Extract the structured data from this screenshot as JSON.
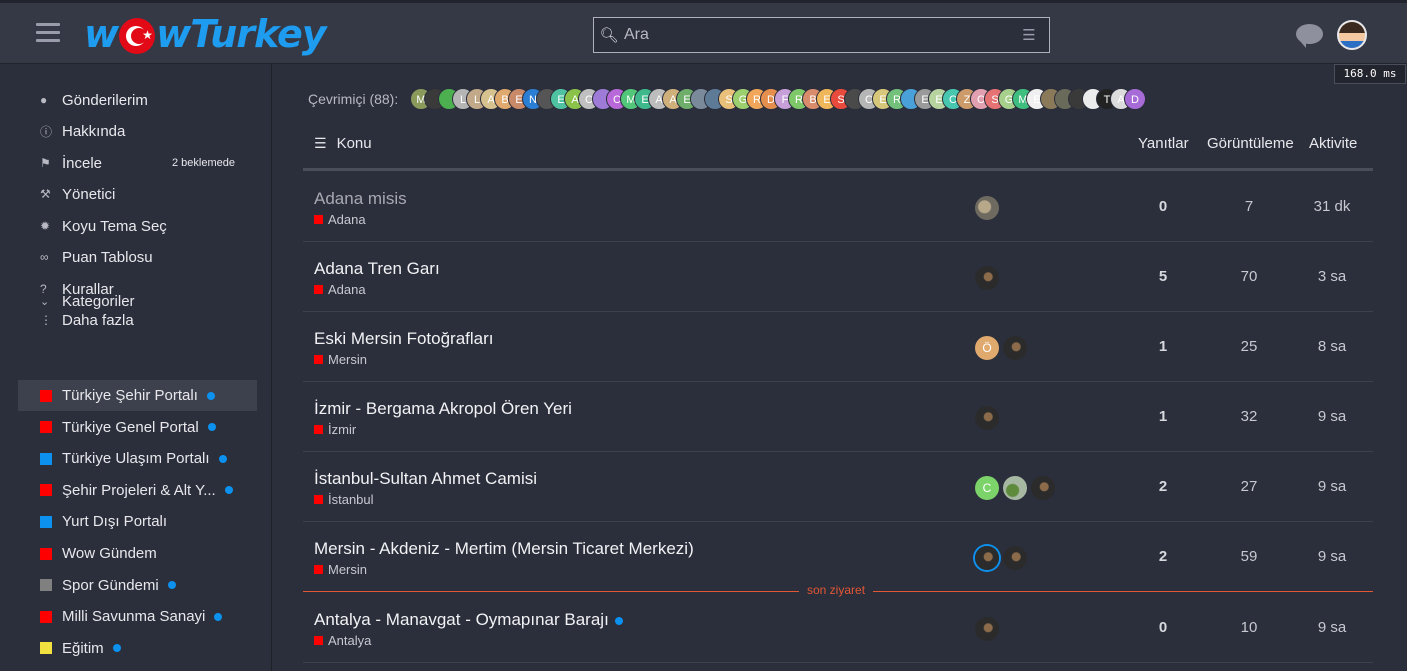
{
  "header": {
    "logo_prefix": "w",
    "logo_o": "",
    "logo_suffix": "wTurkey",
    "search_placeholder": "Ara",
    "timing": "168.0 ms"
  },
  "sidebar": {
    "items": [
      {
        "label": "Gönderilerim",
        "icon": "user-icon"
      },
      {
        "label": "Hakkında",
        "icon": "info-icon"
      },
      {
        "label": "İncele",
        "icon": "flag-icon",
        "badge": "2 beklemede"
      },
      {
        "label": "Yönetici",
        "icon": "wrench-icon"
      },
      {
        "label": "Koyu Tema Seç",
        "icon": "gear-icon"
      },
      {
        "label": "Puan Tablosu",
        "icon": "link-icon"
      },
      {
        "label": "Kurallar",
        "icon": "question-icon"
      },
      {
        "label": "Daha fazla",
        "icon": "more-icon"
      }
    ],
    "categories_label": "Kategoriler",
    "categories": [
      {
        "label": "Türkiye Şehir Portalı",
        "color": "#ff0000",
        "unread": true
      },
      {
        "label": "Türkiye Genel Portal",
        "color": "#ff0000",
        "unread": true
      },
      {
        "label": "Türkiye Ulaşım Portalı",
        "color": "#0c91ee",
        "unread": true
      },
      {
        "label": "Şehir Projeleri & Alt Y...",
        "color": "#ff0000",
        "unread": true
      },
      {
        "label": "Yurt Dışı Portalı",
        "color": "#0c91ee",
        "unread": false
      },
      {
        "label": "Wow Gündem",
        "color": "#ff0000",
        "unread": false
      },
      {
        "label": "Spor Gündemi",
        "color": "#808080",
        "unread": true
      },
      {
        "label": "Milli Savunma Sanayi",
        "color": "#ff0000",
        "unread": true
      },
      {
        "label": "Eğitim",
        "color": "#f0e040",
        "unread": true
      }
    ]
  },
  "online": {
    "label": "Çevrimiçi (88):",
    "avatars": [
      {
        "l": "M",
        "c": "#8a9a5b"
      },
      {
        "l": "",
        "c": "#3a3a3a"
      },
      {
        "l": "",
        "c": "#4caf50"
      },
      {
        "l": "L",
        "c": "#b5b5b5"
      },
      {
        "l": "L",
        "c": "#c2a98a"
      },
      {
        "l": "A",
        "c": "#d6c28e"
      },
      {
        "l": "B",
        "c": "#e0a96d"
      },
      {
        "l": "E",
        "c": "#c98a6a"
      },
      {
        "l": "N",
        "c": "#2a7fd4"
      },
      {
        "l": "",
        "c": "#555555"
      },
      {
        "l": "E",
        "c": "#4fc3a1"
      },
      {
        "l": "A",
        "c": "#8bc34a"
      },
      {
        "l": "C",
        "c": "#c0c0c0"
      },
      {
        "l": "",
        "c": "#9e7bd6"
      },
      {
        "l": "C",
        "c": "#b868d8"
      },
      {
        "l": "M",
        "c": "#52c77a"
      },
      {
        "l": "E",
        "c": "#3fb98c"
      },
      {
        "l": "A",
        "c": "#bdbdbd"
      },
      {
        "l": "A",
        "c": "#d0b07a"
      },
      {
        "l": "E",
        "c": "#6fae6a"
      },
      {
        "l": "",
        "c": "#7a8a9a"
      },
      {
        "l": "",
        "c": "#5d7a96"
      },
      {
        "l": "S",
        "c": "#e8c07a"
      },
      {
        "l": "G",
        "c": "#9ccf6e"
      },
      {
        "l": "R",
        "c": "#f2a65a"
      },
      {
        "l": "D",
        "c": "#e58f4f"
      },
      {
        "l": "F",
        "c": "#c7a0d9"
      },
      {
        "l": "R",
        "c": "#7fc86a"
      },
      {
        "l": "B",
        "c": "#d98c6b"
      },
      {
        "l": "E",
        "c": "#f0b65a"
      },
      {
        "l": "S",
        "c": "#e84b3c"
      },
      {
        "l": "",
        "c": "#4a4a4a"
      },
      {
        "l": "C",
        "c": "#b6b6b6"
      },
      {
        "l": "E",
        "c": "#d7c77a"
      },
      {
        "l": "R",
        "c": "#72c07a"
      },
      {
        "l": "",
        "c": "#4aa0d8"
      },
      {
        "l": "E",
        "c": "#9a9a9a"
      },
      {
        "l": "E",
        "c": "#b7d3a0"
      },
      {
        "l": "C",
        "c": "#48c7b0"
      },
      {
        "l": "Z",
        "c": "#cd9b6a"
      },
      {
        "l": "C",
        "c": "#e0a0b0"
      },
      {
        "l": "S",
        "c": "#e57373"
      },
      {
        "l": "G",
        "c": "#a8d08d"
      },
      {
        "l": "M",
        "c": "#3fbf7f"
      },
      {
        "l": "E",
        "c": "#f0f0f0"
      },
      {
        "l": "",
        "c": "#8a7a5a"
      },
      {
        "l": "",
        "c": "#6a6a5a"
      },
      {
        "l": "",
        "c": "#3a3a3a"
      },
      {
        "l": "",
        "c": "#ececec"
      },
      {
        "l": "T",
        "c": "#222222"
      },
      {
        "l": "A",
        "c": "#dcdcdc"
      },
      {
        "l": "D",
        "c": "#a66bd6"
      }
    ]
  },
  "table": {
    "columns": {
      "topic": "Konu",
      "replies": "Yanıtlar",
      "views": "Görüntüleme",
      "activity": "Aktivite"
    },
    "last_visit": "son ziyaret",
    "rows": [
      {
        "title": "Adana misis",
        "category": "Adana",
        "replies": "0",
        "views": "7",
        "activity": "31 dk",
        "visited": true,
        "unread": false,
        "posters": [
          {
            "type": "photo"
          }
        ]
      },
      {
        "title": "Adana Tren Garı",
        "category": "Adana",
        "replies": "5",
        "views": "70",
        "activity": "3 sa",
        "visited": false,
        "unread": false,
        "posters": [
          {
            "type": "dark"
          }
        ]
      },
      {
        "title": "Eski Mersin Fotoğrafları",
        "category": "Mersin",
        "replies": "1",
        "views": "25",
        "activity": "8 sa",
        "visited": false,
        "unread": false,
        "posters": [
          {
            "type": "letter",
            "letter": "Ö",
            "color": "#e0a96d"
          },
          {
            "type": "dark"
          }
        ]
      },
      {
        "title": "İzmir - Bergama Akropol Ören Yeri",
        "category": "İzmir",
        "replies": "1",
        "views": "32",
        "activity": "9 sa",
        "visited": false,
        "unread": false,
        "posters": [
          {
            "type": "dark"
          }
        ]
      },
      {
        "title": "İstanbul-Sultan Ahmet Camisi",
        "category": "İstanbul",
        "replies": "2",
        "views": "27",
        "activity": "9 sa",
        "visited": false,
        "unread": false,
        "posters": [
          {
            "type": "letter",
            "letter": "C",
            "color": "#7bd36a"
          },
          {
            "type": "green"
          },
          {
            "type": "dark"
          }
        ]
      },
      {
        "title": "Mersin - Akdeniz - Mertim (Mersin Ticaret Merkezi)",
        "category": "Mersin",
        "replies": "2",
        "views": "59",
        "activity": "9 sa",
        "visited": false,
        "unread": false,
        "posters": [
          {
            "type": "dark",
            "op": true
          },
          {
            "type": "dark"
          }
        ]
      },
      {
        "title": "Antalya - Manavgat - Oymapınar Barajı",
        "category": "Antalya",
        "replies": "0",
        "views": "10",
        "activity": "9 sa",
        "visited": false,
        "unread": true,
        "posters": [
          {
            "type": "dark"
          }
        ]
      }
    ]
  }
}
